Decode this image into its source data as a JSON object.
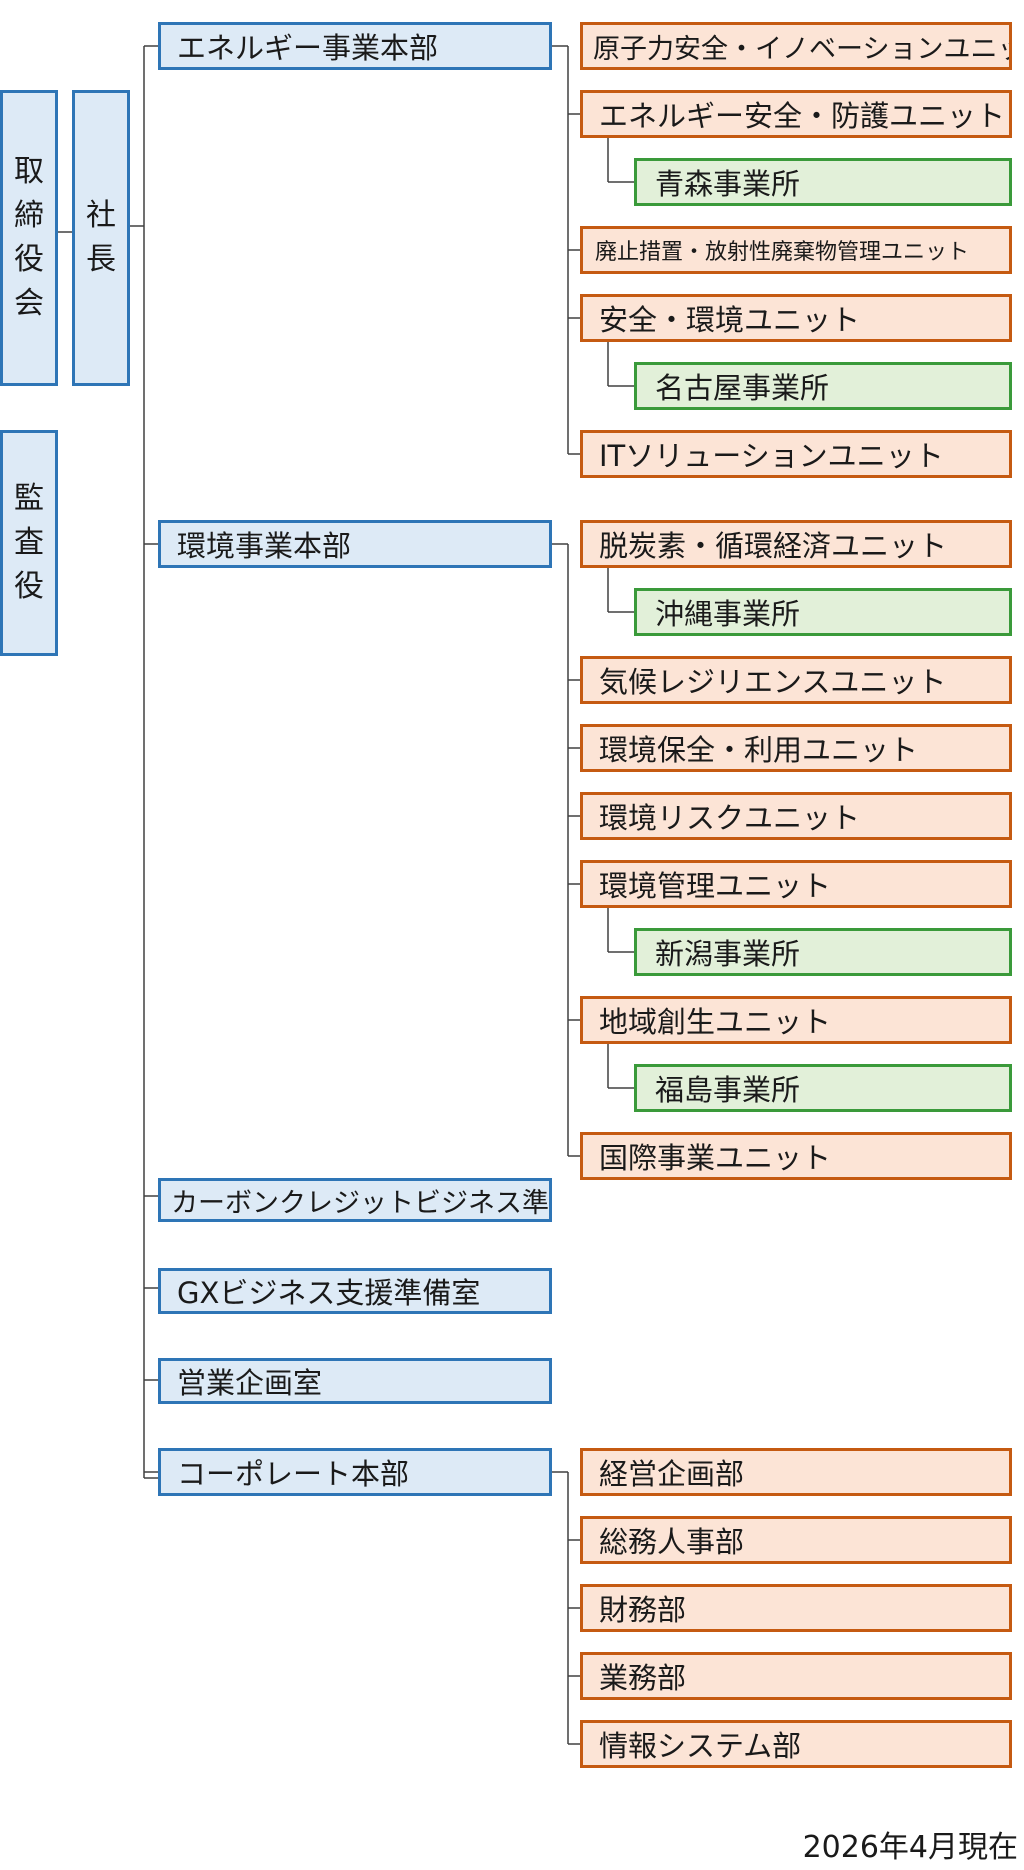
{
  "governance": {
    "board": [
      "取",
      "締",
      "役",
      "会"
    ],
    "president": [
      "社",
      "長"
    ],
    "auditor": [
      "監",
      "査",
      "役"
    ]
  },
  "divisions": {
    "energy": {
      "label": "エネルギー事業本部",
      "units": {
        "nuclear": "原子力安全・イノベーションユニット",
        "energy_safety": "エネルギー安全・防護ユニット",
        "decommission": "廃止措置・放射性廃棄物管理ユニット",
        "safety_env": "安全・環境ユニット",
        "it": "ITソリューションユニット"
      },
      "offices": {
        "aomori": "青森事業所",
        "nagoya": "名古屋事業所"
      }
    },
    "environment": {
      "label": "環境事業本部",
      "units": {
        "decarbon": "脱炭素・循環経済ユニット",
        "climate": "気候レジリエンスユニット",
        "conservation": "環境保全・利用ユニット",
        "risk": "環境リスクユニット",
        "management": "環境管理ユニット",
        "regional": "地域創生ユニット",
        "international": "国際事業ユニット"
      },
      "offices": {
        "okinawa": "沖縄事業所",
        "niigata": "新潟事業所",
        "fukushima": "福島事業所"
      }
    },
    "carbon_credit": {
      "label": "カーボンクレジットビジネス準備室"
    },
    "gx": {
      "label": "GXビジネス支援準備室"
    },
    "sales": {
      "label": "営業企画室"
    },
    "corporate": {
      "label": "コーポレート本部",
      "units": {
        "planning": "経営企画部",
        "general": "総務人事部",
        "finance": "財務部",
        "business": "業務部",
        "systems": "情報システム部"
      }
    }
  },
  "as_of": "2026年4月現在",
  "colors": {
    "dept_fill": "#ddeaf6",
    "dept_border": "#2e75b6",
    "unit_fill": "#fce4d6",
    "unit_border": "#c55a11",
    "office_fill": "#e2f0d9",
    "office_border": "#3a9a3a",
    "line": "#404040"
  }
}
